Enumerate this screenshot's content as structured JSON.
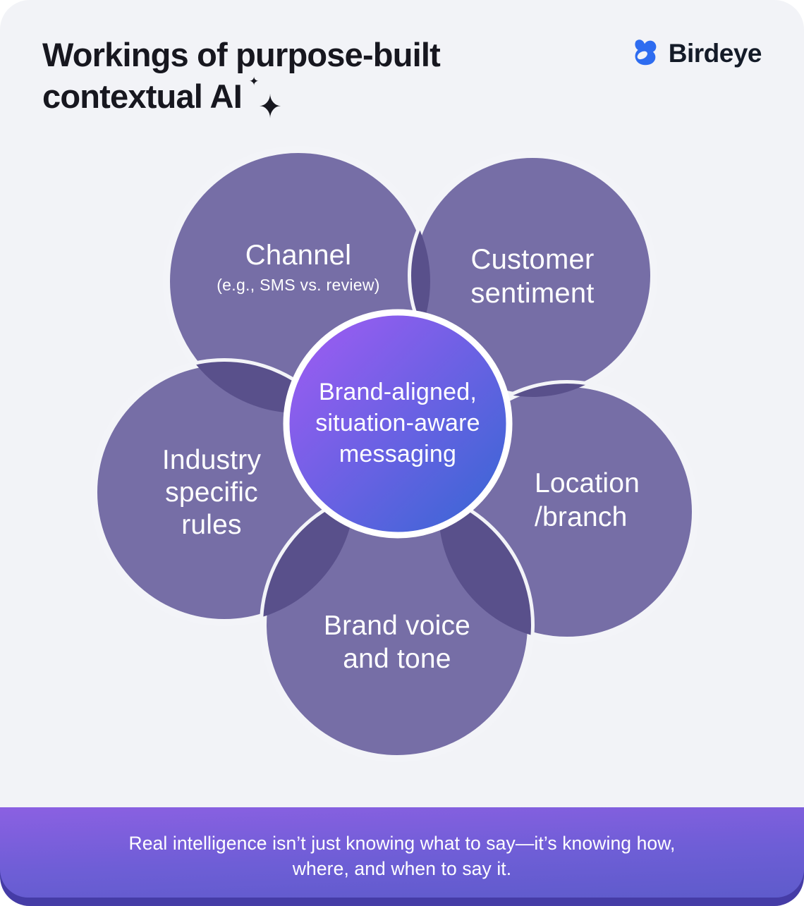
{
  "card": {
    "background": "#F2F3F7",
    "outer_background": "#FFFFFF"
  },
  "header": {
    "title_line1": "Workings of purpose-built",
    "title_line2": "contextual AI",
    "sparkle_large": "✦",
    "sparkle_small": "✦",
    "logo": {
      "text": "Birdeye",
      "icon_color": "#2E6CF0",
      "text_color": "#141B28"
    }
  },
  "diagram": {
    "styles": {
      "circle_fill": "#766EA6",
      "overlap_fill": "#59508B",
      "circle_stroke": "#F3F4F8",
      "center_ring": "#FFFFFF",
      "center_gradient_from": "#A35BF4",
      "center_gradient_to": "#3467D3",
      "label_color": "#FFFFFF"
    },
    "center": {
      "lines": [
        "Brand-aligned,",
        "situation-aware",
        "messaging"
      ]
    },
    "nodes": [
      {
        "id": "channel",
        "title": "Channel",
        "subtitle": "(e.g., SMS vs. review)"
      },
      {
        "id": "customer-sentiment",
        "lines": [
          "Customer",
          "sentiment"
        ]
      },
      {
        "id": "industry-specific-rules",
        "lines": [
          "Industry",
          "specific",
          "rules"
        ]
      },
      {
        "id": "location-branch",
        "lines": [
          "Location",
          "/branch"
        ]
      },
      {
        "id": "brand-voice-tone",
        "lines": [
          "Brand voice",
          "and tone"
        ]
      }
    ]
  },
  "footer": {
    "line1": "Real intelligence isn’t just knowing what to say—it’s knowing how,",
    "line2": "where, and when to say it.",
    "gradient_from": "#8B60E2",
    "gradient_to": "#5E5BCB",
    "backing_color": "#453CA6",
    "text_color": "#FFFFFF"
  }
}
